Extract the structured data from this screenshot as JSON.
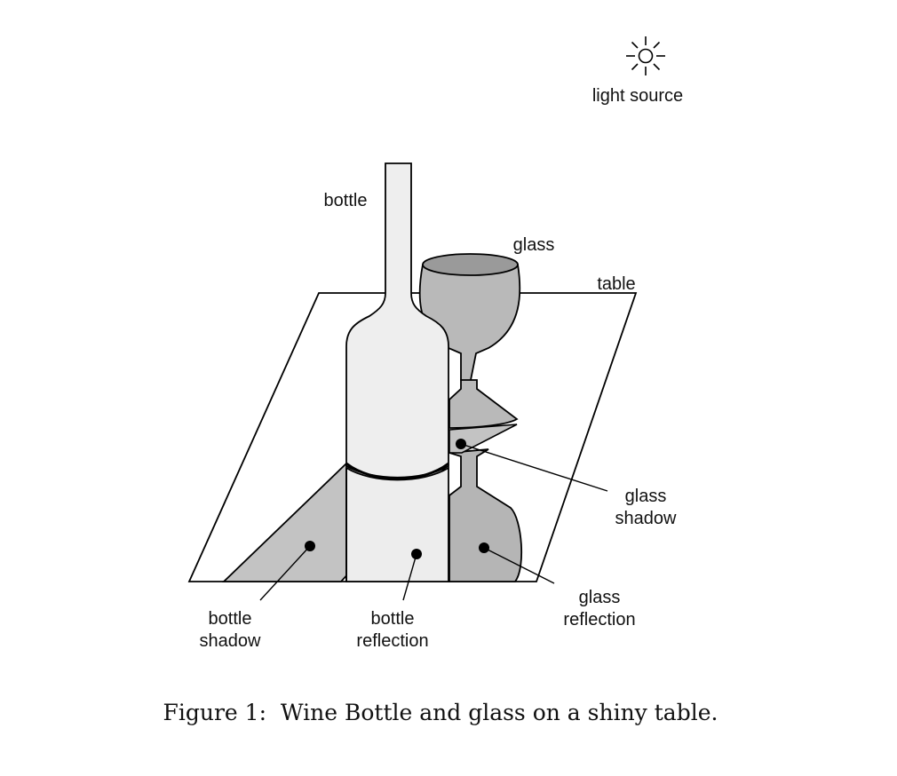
{
  "labels": {
    "light_source": "light source",
    "bottle": "bottle",
    "glass": "glass",
    "table": "table",
    "glass_shadow_l1": "glass",
    "glass_shadow_l2": "shadow",
    "glass_reflection_l1": "glass",
    "glass_reflection_l2": "reflection",
    "bottle_shadow_l1": "bottle",
    "bottle_shadow_l2": "shadow",
    "bottle_reflection_l1": "bottle",
    "bottle_reflection_l2": "reflection"
  },
  "caption": "Figure 1:  Wine Bottle and glass on a shiny table.",
  "colors": {
    "line": "#000000",
    "bottle_fill": "#eeeeee",
    "glass_fill": "#b9b9b9",
    "glass_inner": "#9a9a9a",
    "shadow_fill": "#c3c3c3",
    "reflection_fill": "#ededed",
    "glass_reflection_fill": "#b5b5b5"
  }
}
